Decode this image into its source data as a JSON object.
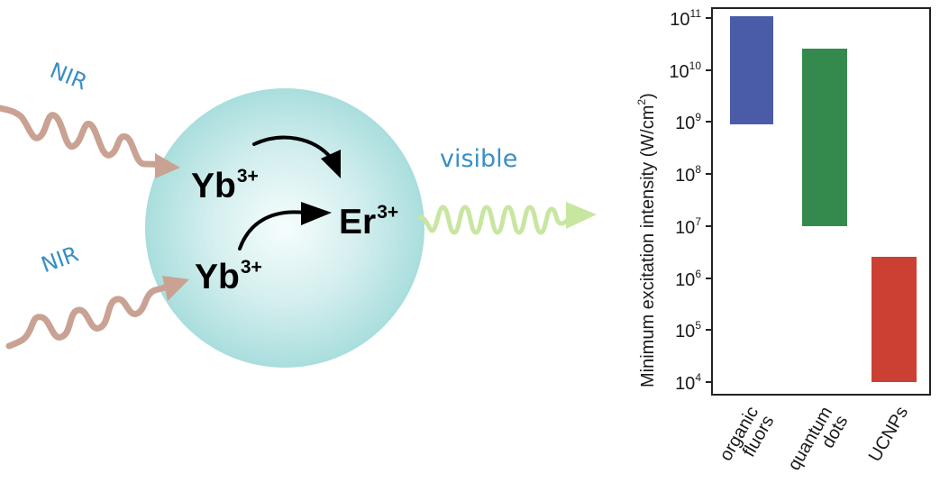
{
  "diagram": {
    "incoming_light_labels": [
      "NIR",
      "NIR"
    ],
    "outgoing_light_label": "visible",
    "sensitizer_ions": [
      "Yb",
      "Yb"
    ],
    "sensitizer_charge": "3+",
    "activator_ion": "Er",
    "activator_charge": "3+",
    "colors": {
      "nir_wave": "#c9a293",
      "visible_wave": "#c8e6a0",
      "label_text": "#3a8fc2",
      "particle_center": "#f4fcfc",
      "particle_edge": "#a9dedd"
    }
  },
  "chart_data": {
    "type": "bar",
    "subtype": "floating range bar, log scale",
    "title": "",
    "xlabel": "",
    "ylabel": "Minimum excitation intensity (W/cm²)",
    "ylabel_main": "Minimum excitation intensity (W/cm",
    "ylabel_sup": "2",
    "ylabel_end": ")",
    "yscale": "log",
    "ylim": [
      10000,
      100000000000
    ],
    "yticks": [
      {
        "base": "10",
        "exp": "4"
      },
      {
        "base": "10",
        "exp": "5"
      },
      {
        "base": "10",
        "exp": "6"
      },
      {
        "base": "10",
        "exp": "7"
      },
      {
        "base": "10",
        "exp": "8"
      },
      {
        "base": "10",
        "exp": "9"
      },
      {
        "base": "10",
        "exp": "10"
      },
      {
        "base": "10",
        "exp": "11"
      }
    ],
    "categories": [
      "organic fluors",
      "quantum dots",
      "UCNPs"
    ],
    "category_lines": [
      [
        "organic",
        "fluors"
      ],
      [
        "quantum",
        "dots"
      ],
      [
        "UCNPs"
      ]
    ],
    "series": [
      {
        "name": "organic fluors",
        "low": 900000000,
        "high": 110000000000,
        "color": "#4a5ca8"
      },
      {
        "name": "quantum dots",
        "low": 10000000,
        "high": 26000000000,
        "color": "#338a4c"
      },
      {
        "name": "UCNPs",
        "low": 10000,
        "high": 2600000,
        "color": "#cc3f33"
      }
    ],
    "grid": false,
    "legend": "none"
  }
}
